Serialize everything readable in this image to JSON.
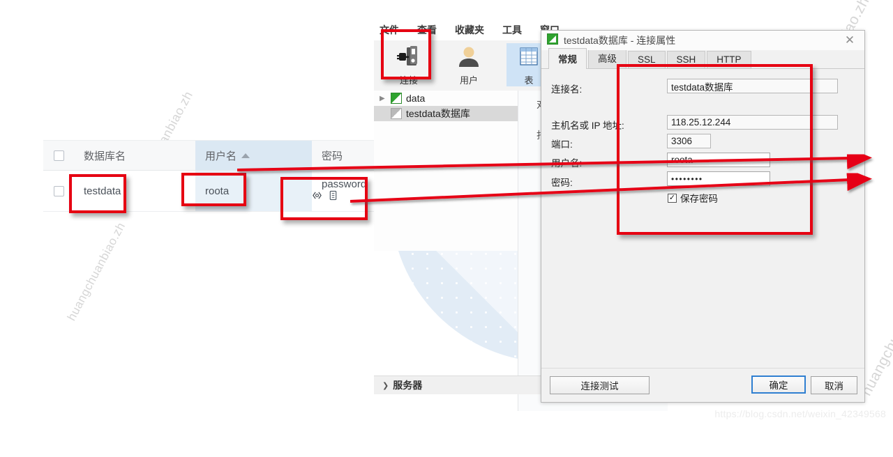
{
  "web_table": {
    "columns": [
      {
        "key": "select",
        "label": ""
      },
      {
        "key": "db",
        "label": "数据库名"
      },
      {
        "key": "user",
        "label": "用户名",
        "sorted": "asc"
      },
      {
        "key": "pass",
        "label": "密码"
      }
    ],
    "rows": [
      {
        "db": "testdata",
        "user": "roota",
        "pass": "password"
      }
    ],
    "row_icons": [
      "eye-code-icon",
      "copy-icon"
    ]
  },
  "navicat": {
    "menus": [
      "文件",
      "查看",
      "收藏夹",
      "工具",
      "窗口"
    ],
    "toolbar": [
      {
        "label": "连接",
        "icon": "connection-plug-icon",
        "highlighted": true
      },
      {
        "label": "用户",
        "icon": "user-icon",
        "highlighted": false
      },
      {
        "label": "表",
        "icon": "table-grid-icon",
        "selected": true
      }
    ],
    "tree": [
      {
        "label": "data",
        "icon": "db-green-icon",
        "expandable": true,
        "selected": false
      },
      {
        "label": "testdata数据库",
        "icon": "db-gray-icon",
        "expandable": false,
        "selected": true
      }
    ],
    "right_panel": [
      "对",
      "打"
    ],
    "status_label": "服务器"
  },
  "dialog": {
    "title": "testdata数据库 - 连接属性",
    "icon": "navicat-logo-icon",
    "close_label": "✕",
    "tabs": [
      {
        "label": "常规",
        "active": true
      },
      {
        "label": "高级",
        "active": false
      },
      {
        "label": "SSL",
        "active": false
      },
      {
        "label": "SSH",
        "active": false
      },
      {
        "label": "HTTP",
        "active": false
      }
    ],
    "fields": [
      {
        "label": "连接名:",
        "value": "testdata数据库"
      },
      {
        "label": "主机名或 IP 地址:",
        "value": "118.25.12.244"
      },
      {
        "label": "端口:",
        "value": "3306"
      },
      {
        "label": "用户名:",
        "value": "roota"
      },
      {
        "label": "密码:",
        "value": "••••••••"
      }
    ],
    "save_password": {
      "label": "保存密码",
      "checked": true,
      "mark": "✓"
    },
    "buttons": [
      {
        "label": "连接测试",
        "default": false
      },
      {
        "label": "确定",
        "default": true
      },
      {
        "label": "取消",
        "default": false
      }
    ]
  },
  "watermarks": {
    "diagonal_text": "huangchuanbiao.zh",
    "url": "https://blog.csdn.net/weixin_42349568"
  },
  "colors": {
    "annotation_red": "#e60012",
    "accent_blue": "#2f7fd1",
    "table_sorted_col": "#c5dbee"
  }
}
